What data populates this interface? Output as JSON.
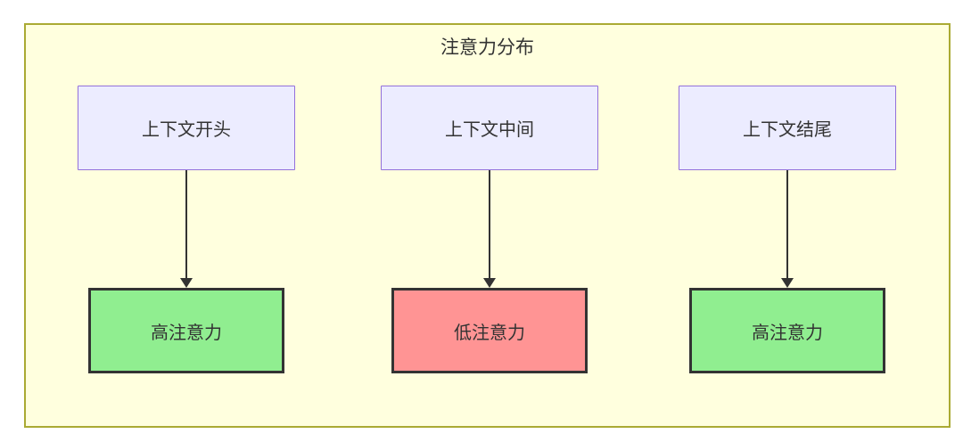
{
  "diagram": {
    "title": "注意力分布",
    "columns": [
      {
        "source": {
          "label": "上下文开头"
        },
        "target": {
          "label": "高注意力",
          "type": "high"
        }
      },
      {
        "source": {
          "label": "上下文中间"
        },
        "target": {
          "label": "低注意力",
          "type": "low"
        }
      },
      {
        "source": {
          "label": "上下文结尾"
        },
        "target": {
          "label": "高注意力",
          "type": "high"
        }
      }
    ]
  },
  "colors": {
    "canvas_background": "#ffffff",
    "subgraph_fill": "#ffffde",
    "subgraph_border": "#aaaa33",
    "source_node_fill": "#ECECFF",
    "source_node_border": "#9370DB",
    "high_attention_fill": "#90EE90",
    "low_attention_fill": "#ff9494",
    "target_node_border": "#333333",
    "text": "#333333",
    "arrow": "#333333"
  }
}
